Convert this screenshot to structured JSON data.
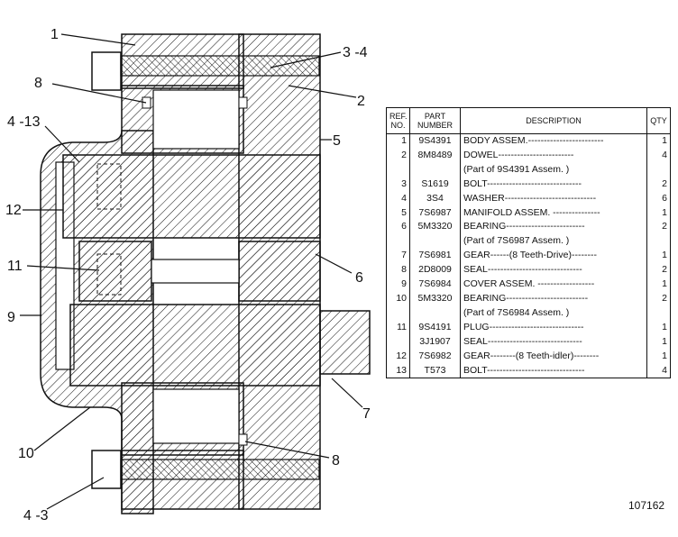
{
  "callouts": [
    {
      "id": "c1",
      "text": "1"
    },
    {
      "id": "c34",
      "text": "3 -4"
    },
    {
      "id": "c8a",
      "text": "8"
    },
    {
      "id": "c2",
      "text": "2"
    },
    {
      "id": "c413",
      "text": "4 -13"
    },
    {
      "id": "c5",
      "text": "5"
    },
    {
      "id": "c12",
      "text": "12"
    },
    {
      "id": "c11",
      "text": "11"
    },
    {
      "id": "c6",
      "text": "6"
    },
    {
      "id": "c9",
      "text": "9"
    },
    {
      "id": "c7",
      "text": "7"
    },
    {
      "id": "c10",
      "text": "10"
    },
    {
      "id": "c8b",
      "text": "8"
    },
    {
      "id": "c43",
      "text": "4 -3"
    }
  ],
  "figure_number": "107162",
  "table": {
    "headers": {
      "ref": [
        "REF.",
        "NO."
      ],
      "part": [
        "PART",
        "NUMBER"
      ],
      "desc": "DESCRIPTION",
      "qty": "QTY"
    },
    "rows": [
      {
        "ref": "1",
        "part": "9S4391",
        "desc": "BODY ASSEM.------------------------",
        "qty": "1",
        "indent": 0
      },
      {
        "ref": "2",
        "part": "8M8489",
        "desc": "DOWEL------------------------",
        "qty": "4",
        "indent": 1
      },
      {
        "ref": "",
        "part": "",
        "desc": "(Part of 9S4391 Assem. )",
        "qty": "",
        "indent": 2
      },
      {
        "ref": "3",
        "part": "S1619",
        "desc": "BOLT------------------------------",
        "qty": "2",
        "indent": 0
      },
      {
        "ref": "4",
        "part": "3S4",
        "desc": "WASHER-----------------------------",
        "qty": "6",
        "indent": 0
      },
      {
        "ref": "5",
        "part": "7S6987",
        "desc": "MANIFOLD ASSEM. ---------------",
        "qty": "1",
        "indent": 0
      },
      {
        "ref": "6",
        "part": "5M3320",
        "desc": "BEARING-------------------------",
        "qty": "2",
        "indent": 1
      },
      {
        "ref": "",
        "part": "",
        "desc": "(Part of 7S6987 Assem. )",
        "qty": "",
        "indent": 2
      },
      {
        "ref": "7",
        "part": "7S6981",
        "desc": "GEAR------(8 Teeth-Drive)--------",
        "qty": "1",
        "indent": 0
      },
      {
        "ref": "8",
        "part": "2D8009",
        "desc": "SEAL------------------------------",
        "qty": "2",
        "indent": 0
      },
      {
        "ref": "9",
        "part": "7S6984",
        "desc": "COVER ASSEM. ------------------",
        "qty": "1",
        "indent": 0
      },
      {
        "ref": "10",
        "part": "5M3320",
        "desc": "BEARING--------------------------",
        "qty": "2",
        "indent": 1
      },
      {
        "ref": "",
        "part": "",
        "desc": "(Part of 7S6984 Assem. )",
        "qty": "",
        "indent": 2
      },
      {
        "ref": "11",
        "part": "9S4191",
        "desc": "PLUG------------------------------",
        "qty": "1",
        "indent": 0
      },
      {
        "ref": "",
        "part": "3J1907",
        "desc": "SEAL------------------------------",
        "qty": "1",
        "indent": 0
      },
      {
        "ref": "12",
        "part": "7S6982",
        "desc": "GEAR--------(8 Teeth-idler)--------",
        "qty": "1",
        "indent": 0
      },
      {
        "ref": "13",
        "part": "T573",
        "desc": "BOLT-------------------------------",
        "qty": "4",
        "indent": 0
      }
    ]
  }
}
